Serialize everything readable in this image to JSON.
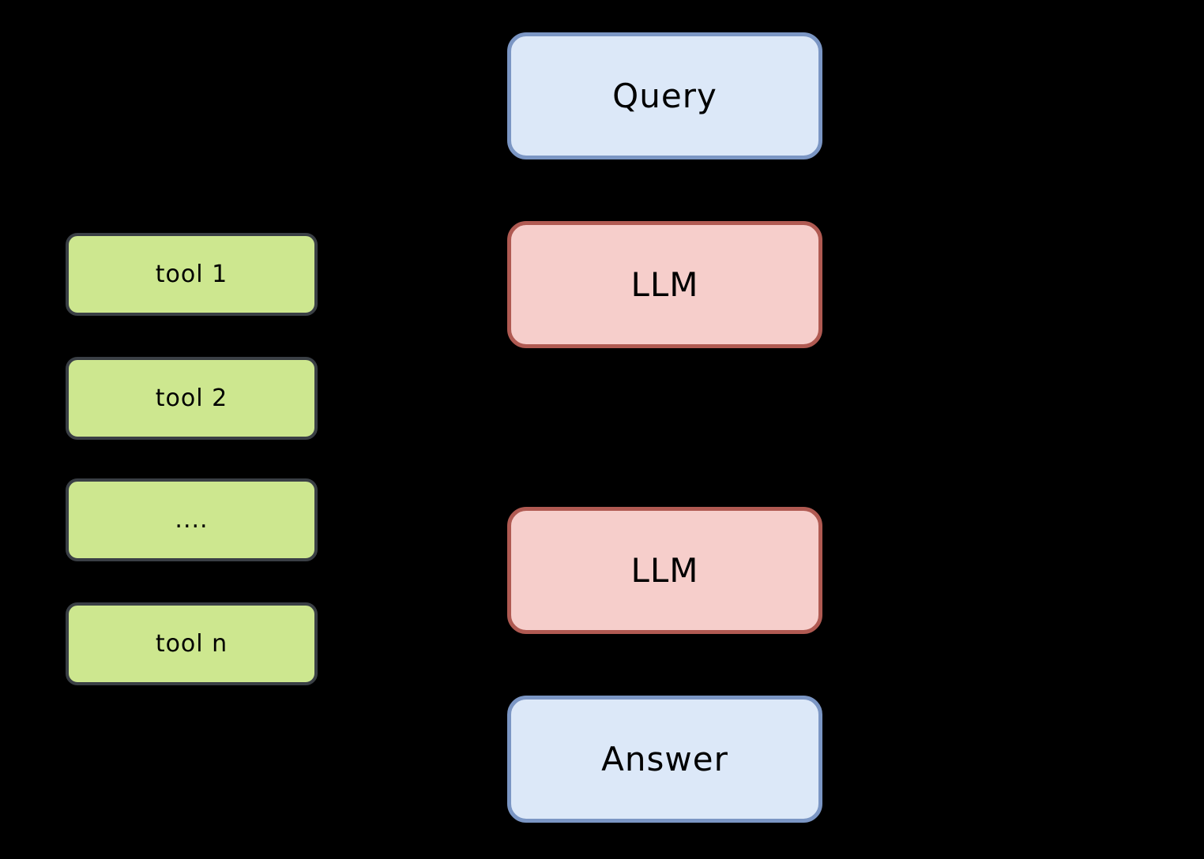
{
  "diagram": {
    "background": "#000000",
    "colors": {
      "background": "#000000",
      "text": "#000000",
      "io_fill": "#dce8f8",
      "io_border": "#7b96c4",
      "model_fill": "#f6cecb",
      "model_border": "#b05a52",
      "tool_fill": "#cde78f",
      "tool_border": "#3a3f45"
    },
    "flow_nodes": [
      {
        "id": "query",
        "label": "Query",
        "type": "io"
      },
      {
        "id": "llm-1",
        "label": "LLM",
        "type": "model"
      },
      {
        "id": "llm-2",
        "label": "LLM",
        "type": "model"
      },
      {
        "id": "answer",
        "label": "Answer",
        "type": "io"
      }
    ],
    "tool_nodes": [
      {
        "id": "tool-1",
        "label": "tool 1"
      },
      {
        "id": "tool-2",
        "label": "tool 2"
      },
      {
        "id": "tool-ellipsis",
        "label": "...."
      },
      {
        "id": "tool-n",
        "label": "tool n"
      }
    ]
  }
}
